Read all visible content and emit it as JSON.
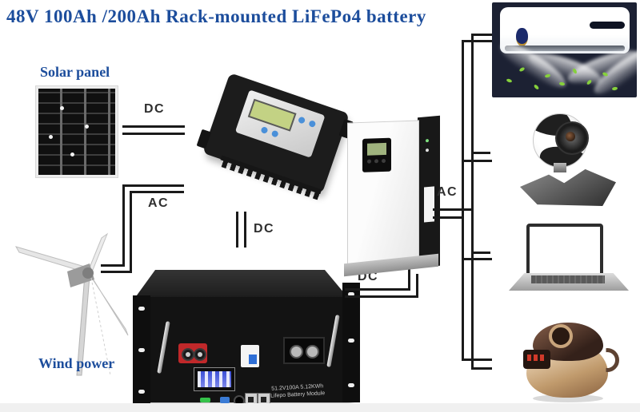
{
  "title": "48V 100Ah /200Ah Rack-mounted LiFePo4 battery",
  "colors": {
    "title_blue": "#1c4d9c",
    "wire_black": "#1a1a1a",
    "label_dark": "#2f2f2f"
  },
  "labels": {
    "solar": "Solar panel",
    "wind": "Wind power"
  },
  "connections": {
    "solar_to_controller": "DC",
    "wind_to_controller": "AC",
    "controller_to_battery": "DC",
    "battery_to_inverter": "DC",
    "inverter_to_loads": "AC"
  },
  "battery_text": {
    "line1": "51.2V100A 5.12KWh",
    "line2": "Lifepo  Battery Module"
  }
}
